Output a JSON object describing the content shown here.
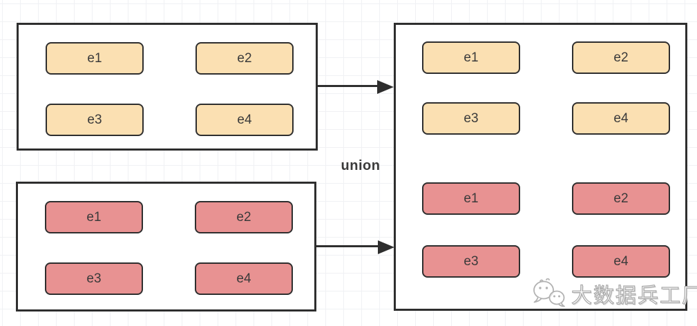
{
  "diagram": {
    "operation_label": "union",
    "colors": {
      "source_fill_orange": "#fbe0b2",
      "source_fill_pink": "#e89292",
      "stroke": "#2e2e2e",
      "grid_line": "#f0f1f4",
      "canvas_bg": "#ffffff"
    },
    "stream_a": {
      "elements": [
        "e1",
        "e2",
        "e3",
        "e4"
      ]
    },
    "stream_b": {
      "elements": [
        "e1",
        "e2",
        "e3",
        "e4"
      ]
    },
    "union_result": {
      "from_stream_a": [
        "e1",
        "e2",
        "e3",
        "e4"
      ],
      "from_stream_b": [
        "e1",
        "e2",
        "e3",
        "e4"
      ]
    }
  },
  "watermark": {
    "text": "大数据兵工厂",
    "icon": "wechat-logo",
    "color": "#a8a8a8"
  }
}
